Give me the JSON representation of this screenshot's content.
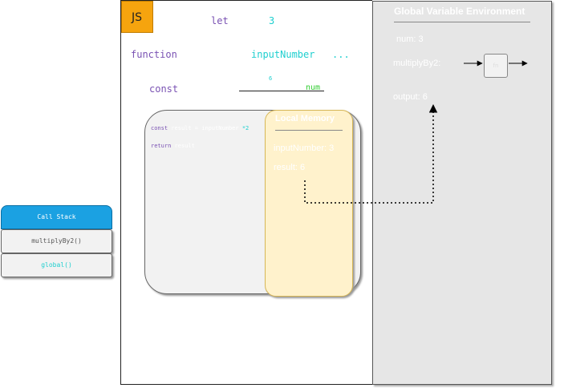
{
  "js_badge": "JS",
  "code": {
    "let_kw": "let",
    "let_value": "3",
    "function_kw": "function",
    "function_param": "inputNumber",
    "function_ellipsis": "...",
    "const_kw": "const",
    "small_value": "6",
    "const_name": "num"
  },
  "exec_context": {
    "line1_kw": "const",
    "line1_rest": "result = inputNumber",
    "line1_op": "*2",
    "line2_kw": "return",
    "line2_rest": "result"
  },
  "local_memory": {
    "title": "Local Memory",
    "entries": [
      "inputNumber: 3",
      "result: 6"
    ]
  },
  "global_env": {
    "title": "Global Variable Environment",
    "num": "num: 3",
    "multiply": "multiplyBy2:",
    "func_box": "fn",
    "output": "output: 6"
  },
  "call_stack": {
    "title": "Call Stack",
    "frames": [
      "multiplyBy2()",
      "global()"
    ]
  },
  "colors": {
    "keyword": "#7a52b3",
    "value": "#1fcfcf",
    "js_badge": "#f6a40e",
    "call_stack_header": "#1ba1e2",
    "local_memory_fill": "#fff2cc"
  }
}
